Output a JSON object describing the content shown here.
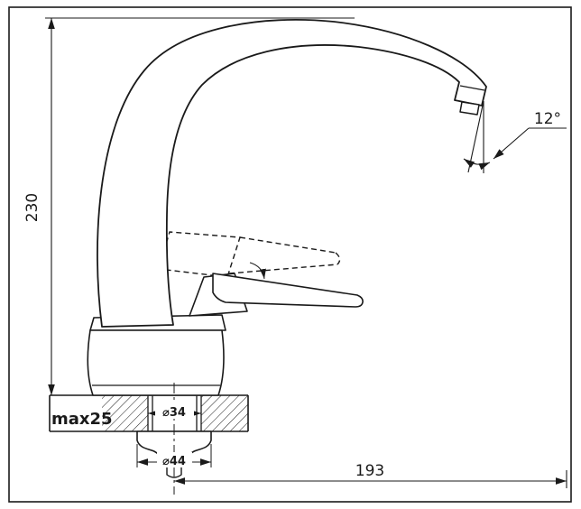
{
  "figure_type": "technical-drawing",
  "subject": "single-lever kitchen faucet side elevation with mounting dimensions",
  "line_color": "#1a1a1a",
  "drawing": {
    "labels": {
      "height": "230",
      "max_thickness": "max25",
      "hole_diameter": "⌀34",
      "shank_diameter": "⌀44",
      "reach": "193",
      "spout_angle": "12°"
    }
  }
}
